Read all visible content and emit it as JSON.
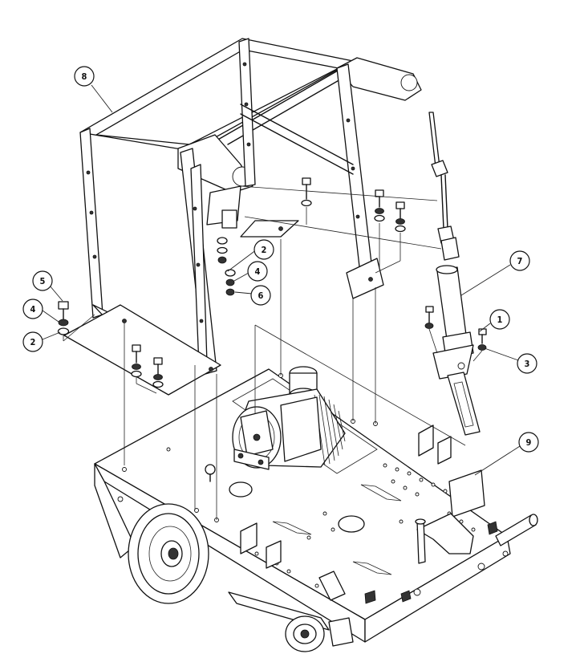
{
  "callouts": [
    {
      "label": "1"
    },
    {
      "label": "2"
    },
    {
      "label": "2"
    },
    {
      "label": "3"
    },
    {
      "label": "4"
    },
    {
      "label": "4"
    },
    {
      "label": "5"
    },
    {
      "label": "6"
    },
    {
      "label": "7"
    },
    {
      "label": "8"
    },
    {
      "label": "9"
    }
  ]
}
